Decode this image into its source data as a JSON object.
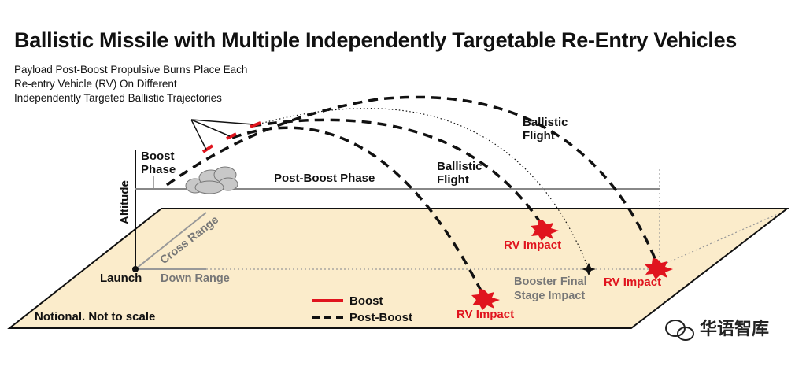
{
  "title": "Ballistic Missile with Multiple Independently Targetable Re-Entry Vehicles",
  "subtitle_lines": [
    "Payload Post-Boost Propulsive Burns Place Each",
    "Re-entry Vehicle (RV) On Different",
    "Independently Targeted Ballistic Trajectories"
  ],
  "labels": {
    "boost_phase_line1": "Boost",
    "boost_phase_line2": "Phase",
    "post_boost_phase": "Post-Boost Phase",
    "altitude": "Altitude",
    "launch": "Launch",
    "cross_range": "Cross Range",
    "down_range": "Down Range",
    "ballistic_flight_1_line1": "Ballistic",
    "ballistic_flight_1_line2": "Flight",
    "ballistic_flight_2_line1": "Ballistic",
    "ballistic_flight_2_line2": "Flight",
    "rv_impact_1": "RV Impact",
    "rv_impact_2": "RV Impact",
    "rv_impact_3": "RV Impact",
    "booster_final_line1": "Booster Final",
    "booster_final_line2": "Stage Impact",
    "notional": "Notional. Not to scale"
  },
  "legend": {
    "boost": "Boost",
    "post_boost": "Post-Boost"
  },
  "watermark": "华语智库",
  "colors": {
    "ground": "#fbeccb",
    "red": "#e0141e",
    "grey": "#888888",
    "cloud": "#c8c8c8"
  }
}
